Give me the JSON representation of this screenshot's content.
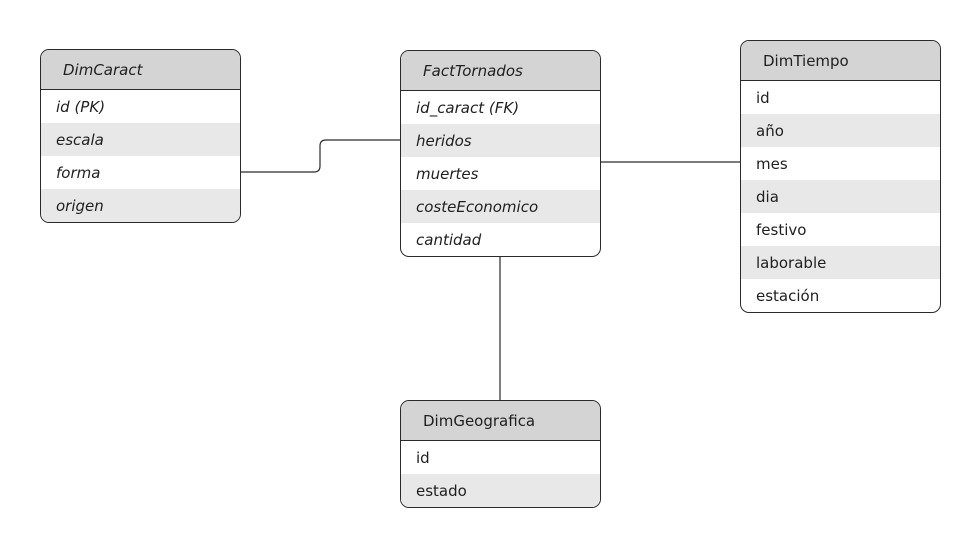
{
  "entities": {
    "dimcaract": {
      "title": "DimCaract",
      "fields": [
        "id (PK)",
        "escala",
        "forma",
        "origen"
      ]
    },
    "facttornados": {
      "title": "FactTornados",
      "fields": [
        "id_caract (FK)",
        "heridos",
        "muertes",
        "costeEconomico",
        "cantidad"
      ]
    },
    "dimtiempo": {
      "title": "DimTiempo",
      "fields": [
        "id",
        "año",
        "mes",
        "dia",
        "festivo",
        "laborable",
        "estación"
      ]
    },
    "dimgeografica": {
      "title": "DimGeografica",
      "fields": [
        "id",
        "estado"
      ]
    }
  },
  "relations": [
    {
      "from": "dimcaract",
      "to": "facttornados"
    },
    {
      "from": "facttornados",
      "to": "dimtiempo"
    },
    {
      "from": "facttornados",
      "to": "dimgeografica"
    }
  ]
}
